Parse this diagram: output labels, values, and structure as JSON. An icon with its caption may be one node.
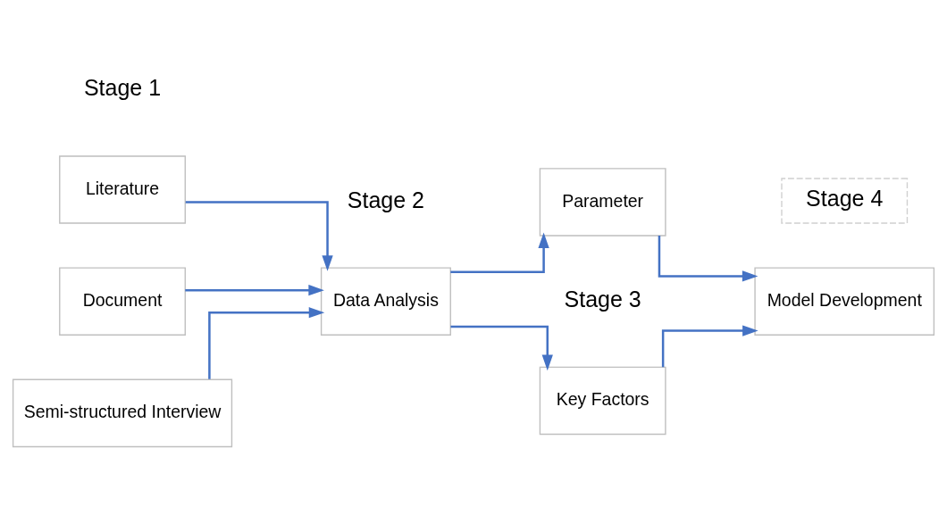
{
  "diagram": {
    "nodes": [
      {
        "text": [
          "Literature"
        ]
      },
      {
        "text": [
          "Document"
        ]
      },
      {
        "text": [
          "Semi-structured Interview"
        ]
      },
      {
        "text": [
          "Data Analysis"
        ]
      },
      {
        "text": [
          "Key Factors"
        ]
      },
      {
        "text": [
          "Parameter"
        ]
      },
      {
        "text": [
          "Model Development"
        ]
      },
      {
        "text": [
          "Stage 4"
        ]
      }
    ],
    "edges": [
      {
        "from": 0,
        "to": 3,
        "arrow": "to"
      },
      {
        "from": 1,
        "to": 3,
        "arrow": "to"
      },
      {
        "from": 2,
        "to": 3,
        "arrow": "to"
      },
      {
        "from": 3,
        "to": 4,
        "arrow": "to"
      },
      {
        "from": 3,
        "to": 5,
        "arrow": "to"
      },
      {
        "from": 4,
        "to": 6,
        "arrow": "to"
      },
      {
        "from": 5,
        "to": 6,
        "arrow": "to"
      }
    ],
    "labels": [
      "Stage 1",
      "Stage 2",
      "Stage 3"
    ]
  }
}
